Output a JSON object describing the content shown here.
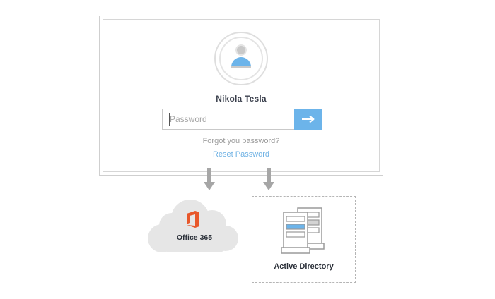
{
  "login": {
    "user_name": "Nikola Tesla",
    "password_placeholder": "Password",
    "forgot_text": "Forgot you password?",
    "reset_link": "Reset Password"
  },
  "targets": {
    "office": {
      "label": "Office 365"
    },
    "ad": {
      "label": "Active Directory"
    }
  },
  "colors": {
    "accent": "#6cb4ea",
    "link": "#6fb2e4",
    "office_orange": "#e8572a"
  }
}
